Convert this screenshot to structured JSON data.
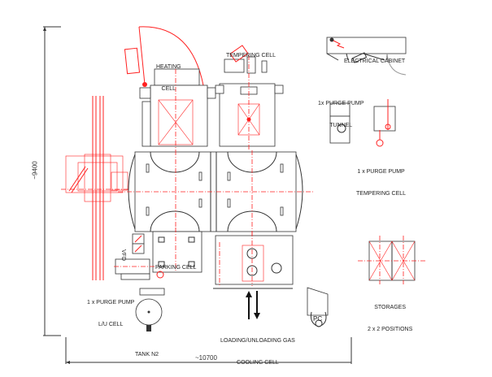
{
  "drawing": {
    "title": "Plant layout plan",
    "dimensions": {
      "vertical": "~9400",
      "horizontal": "~10700"
    },
    "labels": {
      "heating_cell": [
        "HEATING",
        "CELL"
      ],
      "tempering_cell": [
        "TEMPERING CELL"
      ],
      "electrical_cabinet": [
        "ELECTRICAL CABINET"
      ],
      "purge_pump_tunnel": [
        "1x PURGE PUMP",
        "TUNNEL"
      ],
      "purge_pump_tempering": [
        "1 x PURGE PUMP",
        "TEMPERING CELL"
      ],
      "parking_cell": [
        "PARKING CELL"
      ],
      "vfd": [
        "VFD"
      ],
      "purge_pump_lu": [
        "1 x PURGE PUMP",
        "L/U CELL"
      ],
      "tank_n2": [
        "TANK N2"
      ],
      "loading_unloading": [
        "LOADING/UNLOADING GAS",
        "COOLING CELL"
      ],
      "pc": [
        "PC"
      ],
      "storages": [
        "STORAGES",
        "2 x 2 POSITIONS"
      ]
    },
    "colors": {
      "linework": "#333333",
      "centerlines": "#ff2020",
      "background": "#ffffff"
    }
  }
}
